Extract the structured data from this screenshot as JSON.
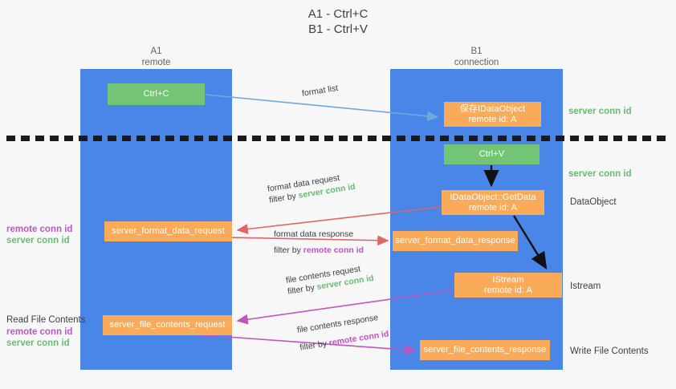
{
  "title": "A1 - Ctrl+C\nB1 - Ctrl+V",
  "lanes": {
    "a": {
      "title": "A1",
      "sub": "remote"
    },
    "b": {
      "title": "B1",
      "sub": "connection"
    }
  },
  "nodes": {
    "ctrl_c": {
      "line1": "Ctrl+C",
      "line2": "",
      "color": "#74c476"
    },
    "save_idataobject": {
      "line1": "保存IDataObject",
      "line2": "remote id: A",
      "color": "#f9ab59"
    },
    "ctrl_v": {
      "line1": "Ctrl+V",
      "line2": "",
      "color": "#74c476"
    },
    "getdata": {
      "line1": "IDataObject::GetData",
      "line2": "remote id: A",
      "color": "#f9ab59"
    },
    "istream": {
      "line1": "IStream",
      "line2": "remote id: A",
      "color": "#f9ab59"
    },
    "server_format_data_request": {
      "line1": "server_format_data_request",
      "line2": "",
      "color": "#f9ab59"
    },
    "server_format_data_response": {
      "line1": "server_format_data_response",
      "line2": "",
      "color": "#f9ab59"
    },
    "server_file_contents_request": {
      "line1": "server_file_contents_request",
      "line2": "",
      "color": "#f9ab59"
    },
    "server_file_contents_response": {
      "line1": "server_file_contents_response",
      "line2": "",
      "color": "#f9ab59"
    }
  },
  "flows": {
    "format_list": {
      "line1": "format list",
      "filter_prefix": "",
      "filter_target": ""
    },
    "format_data_request": {
      "line1": "format data request",
      "filter_prefix": "filter by ",
      "filter_target": "server conn id"
    },
    "format_data_response": {
      "line1": "format data response",
      "filter_prefix": "filter by ",
      "filter_target": "remote conn id"
    },
    "file_contents_request": {
      "line1": "file contents request",
      "filter_prefix": "filter by ",
      "filter_target": "server conn id"
    },
    "file_contents_response": {
      "line1": "file contents response",
      "filter_prefix": "filter by ",
      "filter_target": "remote conn id"
    }
  },
  "annotations": {
    "server_conn_id_top": "server conn id",
    "server_conn_id_mid": "server conn id",
    "dataobject": "DataObject",
    "istream": "Istream",
    "write_file_contents": "Write File Contents",
    "read_file_contents": "Read File Contents",
    "remote_conn_id": "remote conn id",
    "server_conn_id": "server conn id"
  },
  "colors": {
    "lane": "#4a86e8",
    "green_node": "#74c476",
    "orange_node": "#f9ab59",
    "green_text": "#69bb6d",
    "purple_text": "#c054c0",
    "blue_arrow": "#6fa8dc",
    "red_arrow": "#e06666",
    "magenta_arrow": "#c054c0",
    "black_arrow": "#111111",
    "background": "#f7f7f7"
  }
}
